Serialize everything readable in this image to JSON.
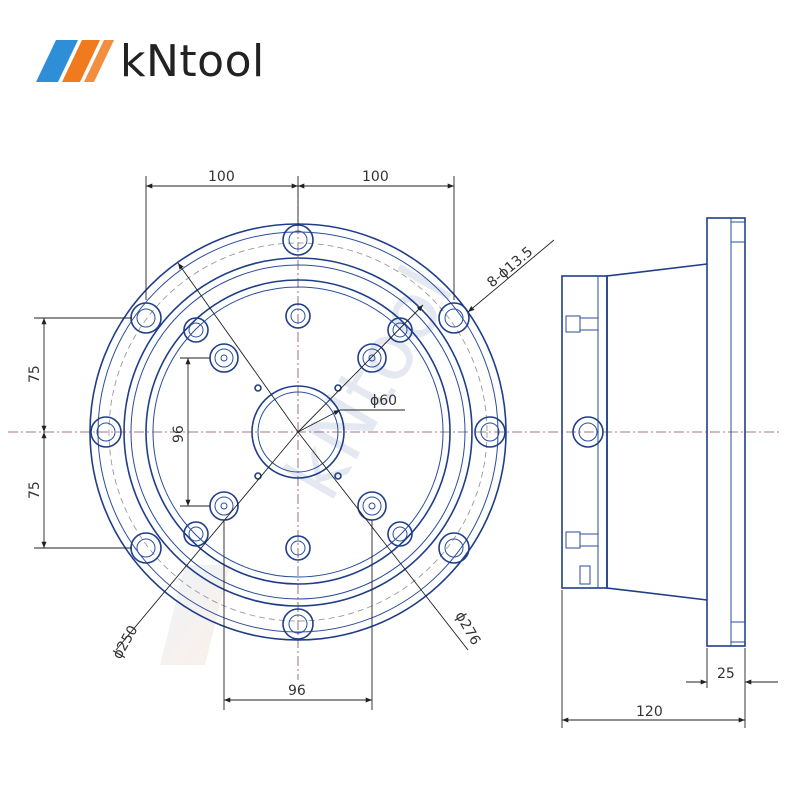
{
  "brand": {
    "name": "kNtool",
    "colors": {
      "blue": "#2f8ed8",
      "orange": "#f07a1e",
      "part": "#1f3e8a"
    }
  },
  "watermark": {
    "text": "kNtool"
  },
  "dimensions": {
    "width_left": "100",
    "width_right": "100",
    "height_top": "75",
    "height_bottom": "75",
    "inner_vertical": "96",
    "bottom_horizontal": "96",
    "bolt_holes": "8-ϕ13.5",
    "center_hole": "ϕ60",
    "pitch_250": "ϕ250",
    "outer_276": "ϕ276",
    "side_flange": "25",
    "side_total": "120"
  }
}
